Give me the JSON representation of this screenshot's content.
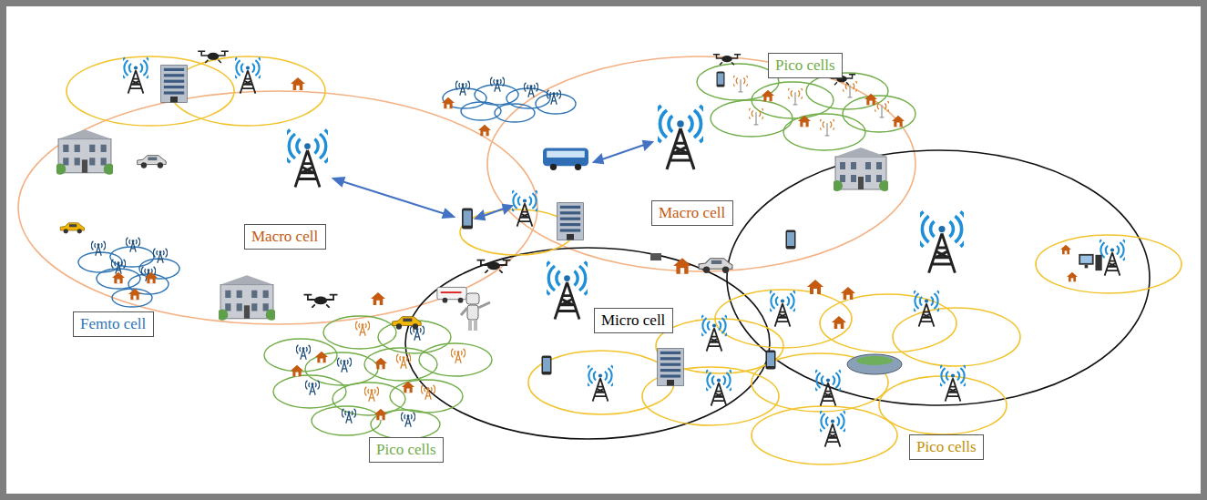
{
  "diagram": {
    "nodes": [
      {
        "text": [
          "Pico cells"
        ]
      },
      {
        "text": [
          "Macro cell"
        ]
      },
      {
        "text": [
          "Macro cell"
        ]
      },
      {
        "text": [
          "Micro cell"
        ]
      },
      {
        "text": [
          "Femto cell"
        ]
      },
      {
        "text": [
          "Pico cells"
        ]
      },
      {
        "text": [
          "Pico cells"
        ]
      }
    ]
  }
}
